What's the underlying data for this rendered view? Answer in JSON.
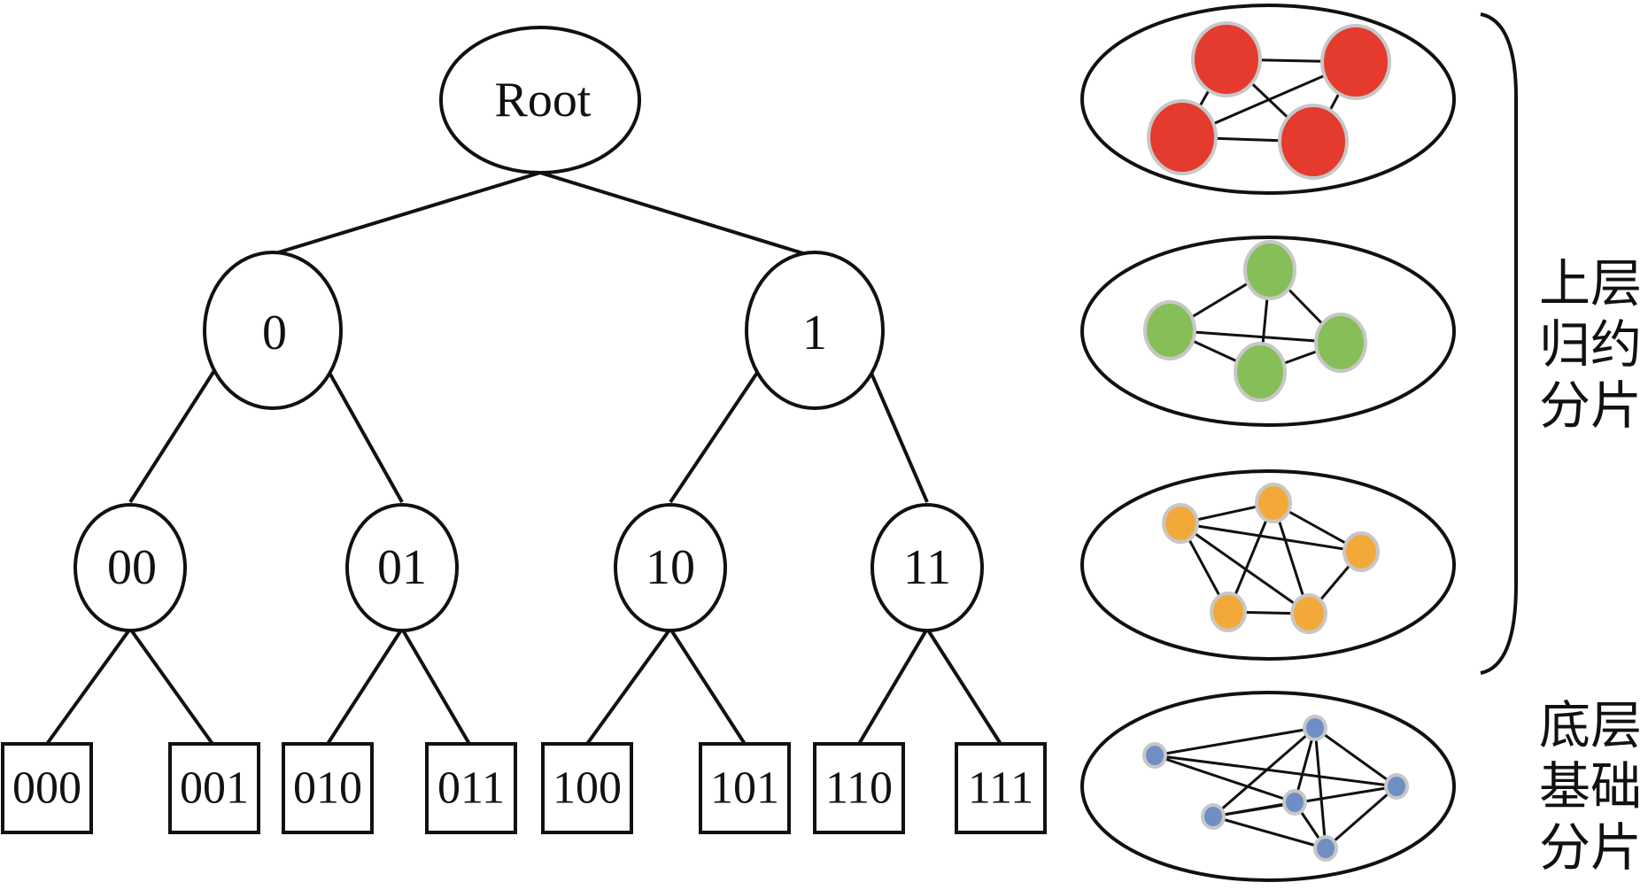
{
  "colors": {
    "line": "#111111",
    "background": "#ffffff",
    "node_halo": "#c7c7c7",
    "red": "#e53a2e",
    "green": "#86bf57",
    "orange": "#f3a93a",
    "blue": "#6f8fc4"
  },
  "tree": {
    "root": "Root",
    "level1": [
      "0",
      "1"
    ],
    "level2": [
      "00",
      "01",
      "10",
      "11"
    ],
    "leaves": [
      "000",
      "001",
      "010",
      "011",
      "100",
      "101",
      "110",
      "111"
    ]
  },
  "shards": [
    {
      "color": "red",
      "node_count": 4
    },
    {
      "color": "green",
      "node_count": 4
    },
    {
      "color": "orange",
      "node_count": 5
    },
    {
      "color": "blue",
      "node_count": 6
    }
  ],
  "labels": {
    "upper": [
      "上层",
      "归约",
      "分片"
    ],
    "base": [
      "底层",
      "基础",
      "分片"
    ]
  }
}
